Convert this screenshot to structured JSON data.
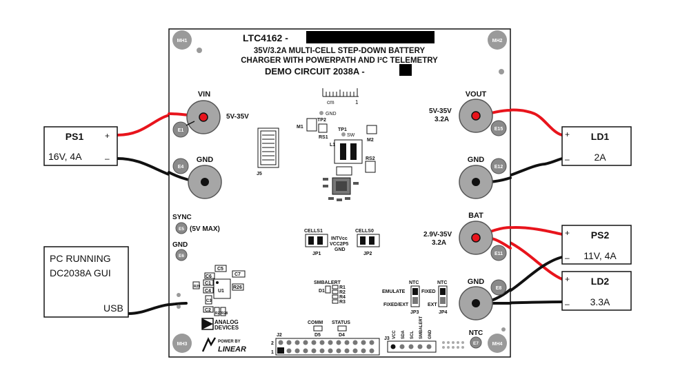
{
  "board": {
    "title_prefix": "LTC4162 -",
    "subtitle1": "35V/3.2A MULTI-CELL STEP-DOWN BATTERY",
    "subtitle2": "CHARGER WITH POWERPATH AND I²C TELEMETRY",
    "demo": "DEMO CIRCUIT 2038A -",
    "mh1": "MH1",
    "mh2": "MH2",
    "mh3": "MH3",
    "mh4": "MH4",
    "ruler_label": "cm",
    "ruler_one": "1"
  },
  "terminals": {
    "vin": "VIN",
    "vin_range": "5V-35V",
    "e1": "E1",
    "gnd_left": "GND",
    "e4": "E4",
    "vout": "VOUT",
    "vout_range": "5V-35V",
    "vout_current": "3.2A",
    "e15": "E15",
    "gnd_right": "GND",
    "e12": "E12",
    "bat": "BAT",
    "bat_range": "2.9V-35V",
    "bat_current": "3.2A",
    "e11": "E11",
    "gnd_bottom": "GND",
    "e8": "E8",
    "sync": "SYNC",
    "sync_max": "(5V MAX)",
    "e5": "E5",
    "gnd_small": "GND",
    "e6": "E6",
    "ntc": "NTC",
    "e7": "E7"
  },
  "components": {
    "gnd_tp": "GND",
    "tp2": "TP2",
    "m1": "M1",
    "rs1": "RS1",
    "tp1": "TP1",
    "sw": "SW",
    "m2": "M2",
    "l1": "L1",
    "rs2": "RS2",
    "j5": "J5",
    "cells1": "CELLS1",
    "cells0": "CELLS0",
    "intvcc": "INTVcc",
    "vcc2p5": "VCC2P5",
    "gnd_jp": "GND",
    "jp1": "JP1",
    "jp2": "JP2",
    "c5": "C5",
    "c6": "C6",
    "c7": "C7",
    "c1": "C1",
    "c4": "C4",
    "r29": "R29",
    "u1": "U1",
    "r26": "R26",
    "c3": "C3",
    "c2": "C2",
    "r27": "R27",
    "r28": "R28",
    "smbalert": "SMBALERT",
    "d1": "D1",
    "r1": "R1",
    "r2": "R2",
    "r4": "R4",
    "r3": "R3",
    "ntc1": "NTC",
    "ntc2": "NTC",
    "emulate": "EMULATE",
    "fixed": "FIXED",
    "fixed_ext": "FIXED/EXT",
    "ext": "EXT",
    "jp3": "JP3",
    "jp4": "JP4",
    "comm": "COMM",
    "status": "STATUS",
    "d5": "D5",
    "d4": "D4",
    "j2": "J2",
    "j2_pin2": "2",
    "j2_pin1": "1",
    "j3": "J3",
    "j3_vcc": "VCC",
    "j3_sda": "SDA",
    "j3_scl": "SCL",
    "j3_smbalert": "SMBALERT",
    "j3_gnd": "GND",
    "adi_line1": "ANALOG",
    "adi_line2": "DEVICES",
    "powered_by": "POWER BY",
    "linear": "LINEAR"
  },
  "external": {
    "ps1_name": "PS1",
    "ps1_spec": "16V, 4A",
    "ps1_plus": "+",
    "ps1_minus": "–",
    "pc_line1": "PC RUNNING",
    "pc_line2": "DC2038A GUI",
    "pc_usb": "USB",
    "ld1_name": "LD1",
    "ld1_spec": "2A",
    "ld1_plus": "+",
    "ld1_minus": "–",
    "ps2_name": "PS2",
    "ps2_spec": "11V, 4A",
    "ps2_plus": "+",
    "ps2_minus": "–",
    "ld2_name": "LD2",
    "ld2_spec": "3.3A",
    "ld2_plus": "+",
    "ld2_minus": "–"
  },
  "colors": {
    "red_wire": "#e8141c",
    "black_wire": "#111111",
    "terminal": "#a6a6a6",
    "pad": "#8a8a8a"
  }
}
